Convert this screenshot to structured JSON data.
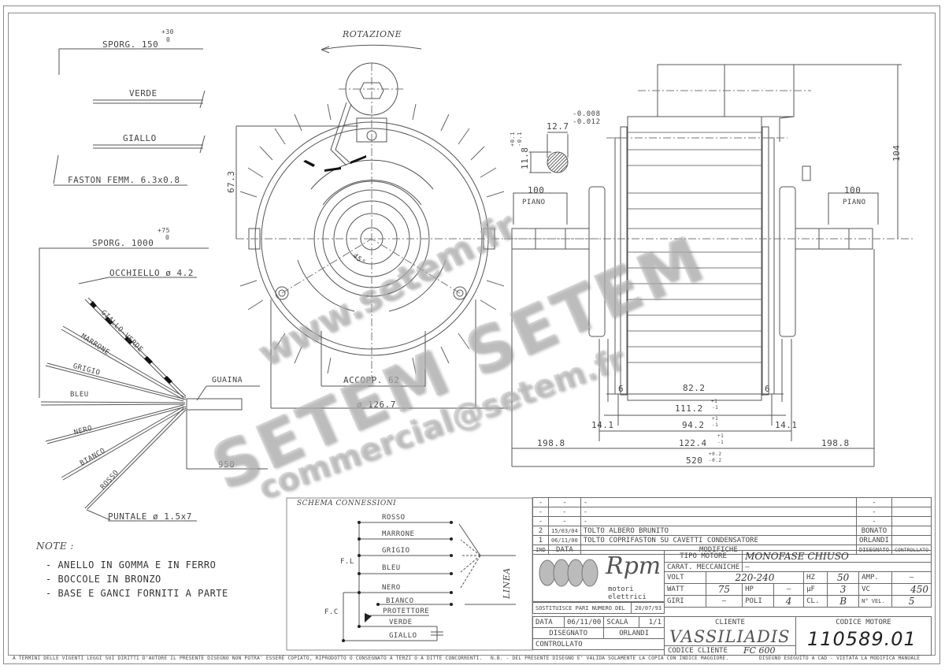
{
  "drawing": {
    "rotation_label": "ROTAZIONE",
    "leads_top": {
      "sporg_label": "SPORG. 150",
      "sporg_tol_plus": "+30",
      "sporg_tol_minus": "0",
      "wire1": "VERDE",
      "wire2": "GIALLO",
      "faston_label": "FASTON FEMM. 6.3x0.8"
    },
    "leads_main": {
      "sporg_label": "SPORG. 1000",
      "sporg_tol_plus": "+75",
      "sporg_tol_minus": "0",
      "occhiello_label": "OCCHIELLO ø 4.2",
      "wires": [
        "GIALLO-VERDE",
        "MARRONE",
        "GRIGIO",
        "BLEU",
        "NERO",
        "BIANCO",
        "ROSSO"
      ],
      "guaina_label": "GUAINA",
      "length_950": "950",
      "puntale_label": "PUNTALE ø 1.5x7"
    },
    "front_view": {
      "dim_height": "67.3",
      "angle": "45°",
      "accopp": "ACCOPP. 62",
      "diameter": "ø 126.7"
    },
    "shaft_section": {
      "width": "12.7",
      "width_tol_upper": "-0.008",
      "width_tol_lower": "-0.012",
      "flat": "11.8",
      "flat_tol_upper": "+0.1",
      "flat_tol_lower": "-0.1"
    },
    "side_view": {
      "dim_104": "104",
      "piano_left_len": "100",
      "piano_left": "PIANO",
      "piano_right_len": "100",
      "piano_right": "PIANO",
      "dim_6_left": "6",
      "dim_82_2": "82.2",
      "dim_6_right": "6",
      "dim_111_2": "111.2",
      "dim_111_2_tol_plus": "+1",
      "dim_111_2_tol_minus": "-1",
      "dim_14_1_left": "14.1",
      "dim_94_2": "94.2",
      "dim_94_2_tol_plus": "+1",
      "dim_94_2_tol_minus": "-1",
      "dim_14_1_right": "14.1",
      "dim_198_8_left": "198.8",
      "dim_122_4": "122.4",
      "dim_122_4_tol_plus": "+1",
      "dim_122_4_tol_minus": "-1",
      "dim_198_8_right": "198.8",
      "dim_520": "520",
      "dim_520_tol_plus": "+0.2",
      "dim_520_tol_minus": "-0.2"
    },
    "notes": {
      "title": "NOTE :",
      "items": [
        "- ANELLO IN GOMMA E IN FERRO",
        "- BOCCOLE IN BRONZO",
        "- BASE E GANCI FORNITI A PARTE"
      ]
    },
    "schema": {
      "title": "SCHEMA CONNESSIONI",
      "wires": [
        "ROSSO",
        "MARRONE",
        "GRIGIO",
        "BLEU",
        "NERO",
        "BIANCO",
        "PROTETTORE",
        "VERDE",
        "GIALLO"
      ],
      "fl_label": "F.L",
      "fc_label": "F.C",
      "linea_label": "LINEA"
    }
  },
  "revisions": {
    "empty_rows": [
      {
        "ind": "-",
        "data": "-",
        "mod": "-",
        "dis": "-"
      },
      {
        "ind": "-",
        "data": "-",
        "mod": "-",
        "dis": "-"
      },
      {
        "ind": "-",
        "data": "-",
        "mod": "-",
        "dis": "-"
      }
    ],
    "rows": [
      {
        "ind": "2",
        "data": "15/03/04",
        "mod": "TOLTO ALBERO BRUNITO",
        "dis": "BONATO",
        "ctrl": ""
      },
      {
        "ind": "1",
        "data": "06/11/00",
        "mod": "TOLTO COPRIFASTON SU CAVETTI CONDENSATORE",
        "dis": "ORLANDI",
        "ctrl": ""
      }
    ],
    "headers": {
      "ind": "IND",
      "data": "DATA",
      "mod": "MODIFICHE",
      "dis": "DISEGNATO",
      "ctrl": "CONTROLLATO"
    }
  },
  "title_block": {
    "logo": {
      "brand": "Rpm",
      "subtitle": "motori elettrici"
    },
    "tipo_motore_label": "TIPO MOTORE",
    "tipo_motore": "MONOFASE CHIUSO",
    "carat_label": "CARAT. MECCANICHE",
    "carat_value": "—",
    "volt_label": "VOLT",
    "volt": "220-240",
    "hz_label": "HZ",
    "hz": "50",
    "amp_label": "AMP.",
    "amp": "—",
    "watt_label": "WATT",
    "watt": "75",
    "hp_label": "HP",
    "hp": "—",
    "uf_label": "µF",
    "uf": "3",
    "vc_label": "VC",
    "vc": "450",
    "sostituisce_label": "SOSTITUISCE PARI NUMERO DEL",
    "sostituisce_date": "20/07/93",
    "giri_label": "GIRI",
    "giri": "—",
    "poli_label": "POLI",
    "poli": "4",
    "cl_label": "CL.",
    "cl": "B",
    "nvel_label": "N° VEL.",
    "nvel": "5",
    "data_label": "DATA",
    "data": "06/11/00",
    "scala_label": "SCALA",
    "scala": "1/1",
    "disegnato_label": "DISEGNATO",
    "disegnato": "ORLANDI",
    "controllato_label": "CONTROLLATO",
    "cliente_label": "CLIENTE",
    "cliente": "VASSILIADIS",
    "codice_cliente_label": "CODICE CLIENTE",
    "codice_cliente": "FC 600",
    "codice_motore_label": "CODICE MOTORE",
    "codice_motore": "110589.01"
  },
  "footer": {
    "copyright": "A TERMINI DELLE VIGENTI LEGGI SUI DIRITTI D'AUTORE IL PRESENTE DISEGNO NON POTRA' ESSERE COPIATO, RIPRODOTTO O CONSEGNATO A TERZI O A DITTE CONCORRENTI.",
    "nb": "N.B. - DEL PRESENTE DISEGNO E' VALIDA SOLAMENTE LA COPIA CON INDICE MAGGIORE.",
    "cad": "DISEGNO ESEGUITO A CAD - VIETATA LA MODIFICA MANUALE"
  },
  "watermarks": {
    "site": "www.setem.fr",
    "brand": "SETEM SETEM",
    "email": "commercial@setem.fr",
    "brand_left": "SETEM"
  }
}
